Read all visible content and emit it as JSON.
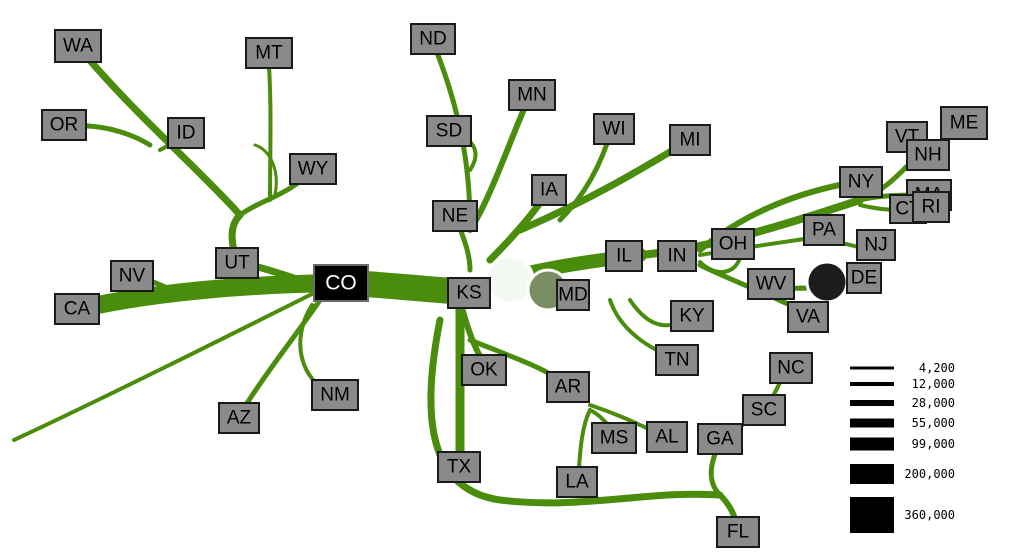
{
  "origin": "CO",
  "states": [
    "WA",
    "MT",
    "ND",
    "MN",
    "OR",
    "ID",
    "SD",
    "WI",
    "MI",
    "VT",
    "ME",
    "NH",
    "WY",
    "IA",
    "NY",
    "MA",
    "CT",
    "RI",
    "NE",
    "PA",
    "NJ",
    "IL",
    "IN",
    "OH",
    "NV",
    "UT",
    "KS",
    "DE",
    "MD",
    "WV",
    "CA",
    "KY",
    "VA",
    "NC",
    "TN",
    "OK",
    "AR",
    "NM",
    "SC",
    "AZ",
    "MS",
    "AL",
    "GA",
    "TX",
    "LA",
    "FL"
  ],
  "hub_label": "CO",
  "legend": [
    "4,200",
    "12,000",
    "28,000",
    "55,000",
    "99,000",
    "200,000",
    "360,000"
  ],
  "colors": {
    "flow": "#4a8c0c",
    "label_fill": "#8a8a8a",
    "hub_fill": "#000000",
    "marker_dark": "#1c1c1c",
    "marker_mid": "#7b8d62",
    "marker_light": "#f4f8f2"
  }
}
